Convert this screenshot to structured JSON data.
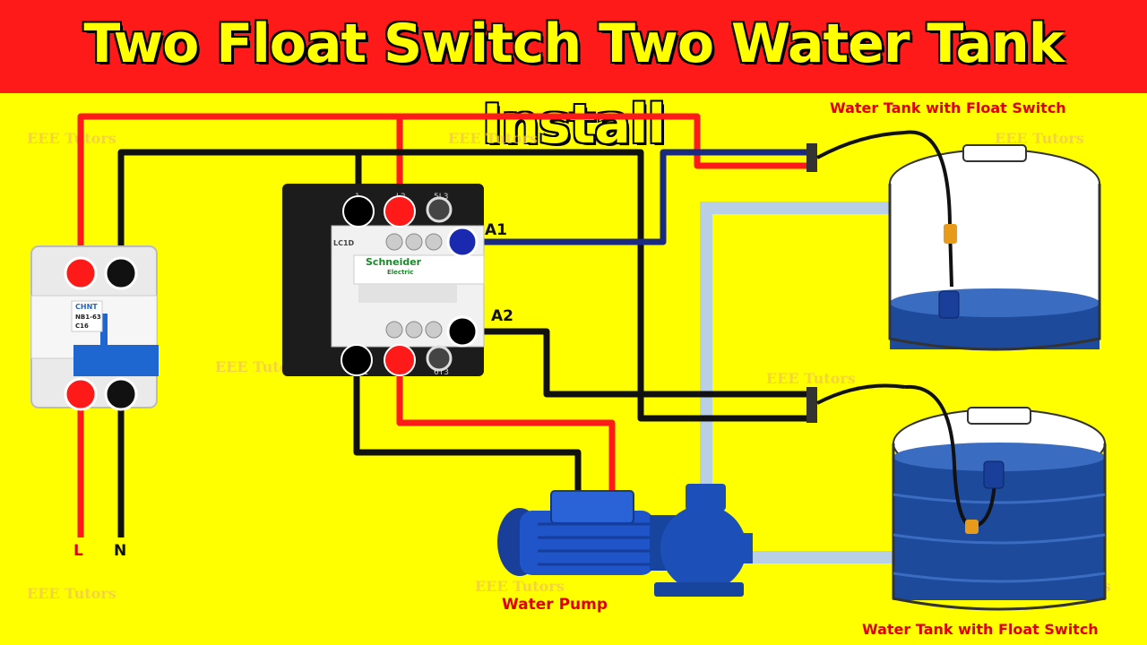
{
  "title": "Two Float Switch Two Water Tank Install",
  "watermark": "EEE Tutors",
  "labels": {
    "tank_top": "Water Tank with Float Switch",
    "tank_bottom": "Water Tank with Float Switch",
    "pump": "Water Pump",
    "line": "L",
    "neutral": "N",
    "a1": "A1",
    "a2": "A2"
  },
  "breaker": {
    "brand": "CHNT",
    "model": "NB1-63",
    "rating": "C16"
  },
  "contactor": {
    "brand": "Schneider",
    "sub": "Electric",
    "model": "LC1D",
    "top_terminals": [
      "1",
      "L2",
      "5L3"
    ],
    "bottom_terminals": [
      "T1",
      "T2",
      "6T3"
    ]
  },
  "colors": {
    "background": "#ffff00",
    "banner": "#ff1a1a",
    "title_text": "#ffff00",
    "live_wire": "#ff1a1a",
    "neutral_wire": "#111111",
    "signal_wire": "#1a2a80",
    "pipe": "#b9cfe6",
    "label_red": "#e00000",
    "water": "#1d4a9a"
  },
  "icons": {
    "breaker": "circuit-breaker-icon",
    "contactor": "contactor-icon",
    "pump": "water-pump-icon",
    "tank": "water-tank-icon",
    "float": "float-switch-icon"
  }
}
